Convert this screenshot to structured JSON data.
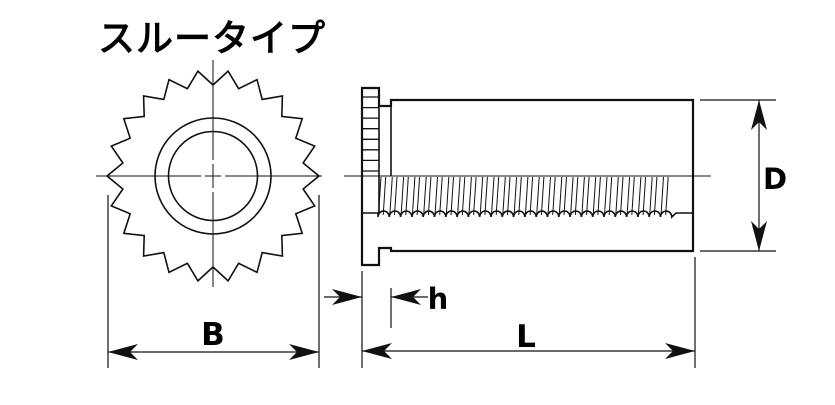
{
  "title": "スルータイプ",
  "dimension_labels": {
    "flange_diameter": "B",
    "overall_length": "L",
    "body_diameter": "D",
    "head_height": "h"
  },
  "colors": {
    "part_fill": "#c8c8c8",
    "line": "#111111",
    "background": "#ffffff"
  }
}
